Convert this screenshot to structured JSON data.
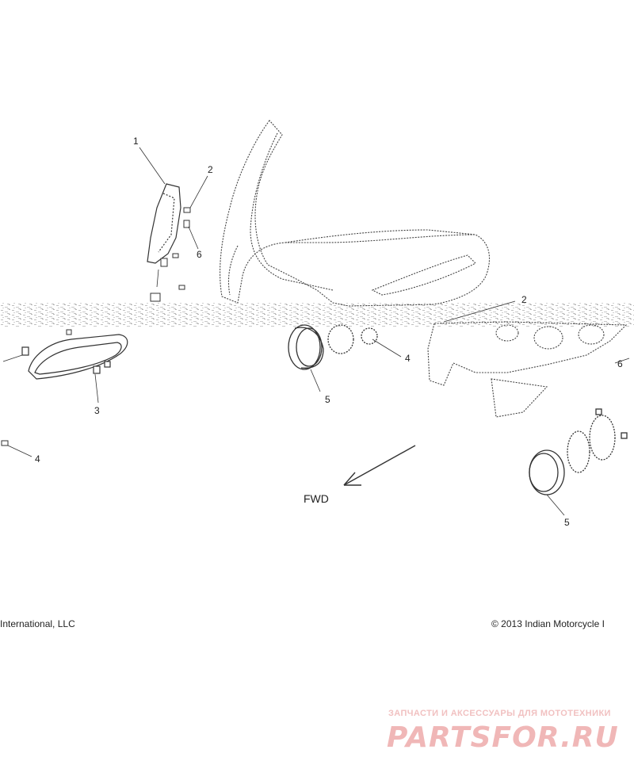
{
  "callouts": {
    "c1": "1",
    "c2_left": "2",
    "c6_left": "6",
    "c3": "3",
    "c4_left": "4",
    "c5_center": "5",
    "c4_center": "4",
    "c2_right": "2",
    "c6_right": "6",
    "c5_right": "5"
  },
  "direction_label": "FWD",
  "copyright_left": "International, LLC",
  "copyright_right": "© 2013 Indian Motorcycle I",
  "watermark": {
    "tagline": "ЗАПЧАСТИ И АКСЕССУАРЫ ДЛЯ МОТОТЕХНИКИ",
    "logo_text": "PARTSFOR.RU"
  },
  "colors": {
    "line": "#333333",
    "dotted": "#555555",
    "noise_band": "#9a9a9a",
    "watermark": "#f0b7b7"
  }
}
